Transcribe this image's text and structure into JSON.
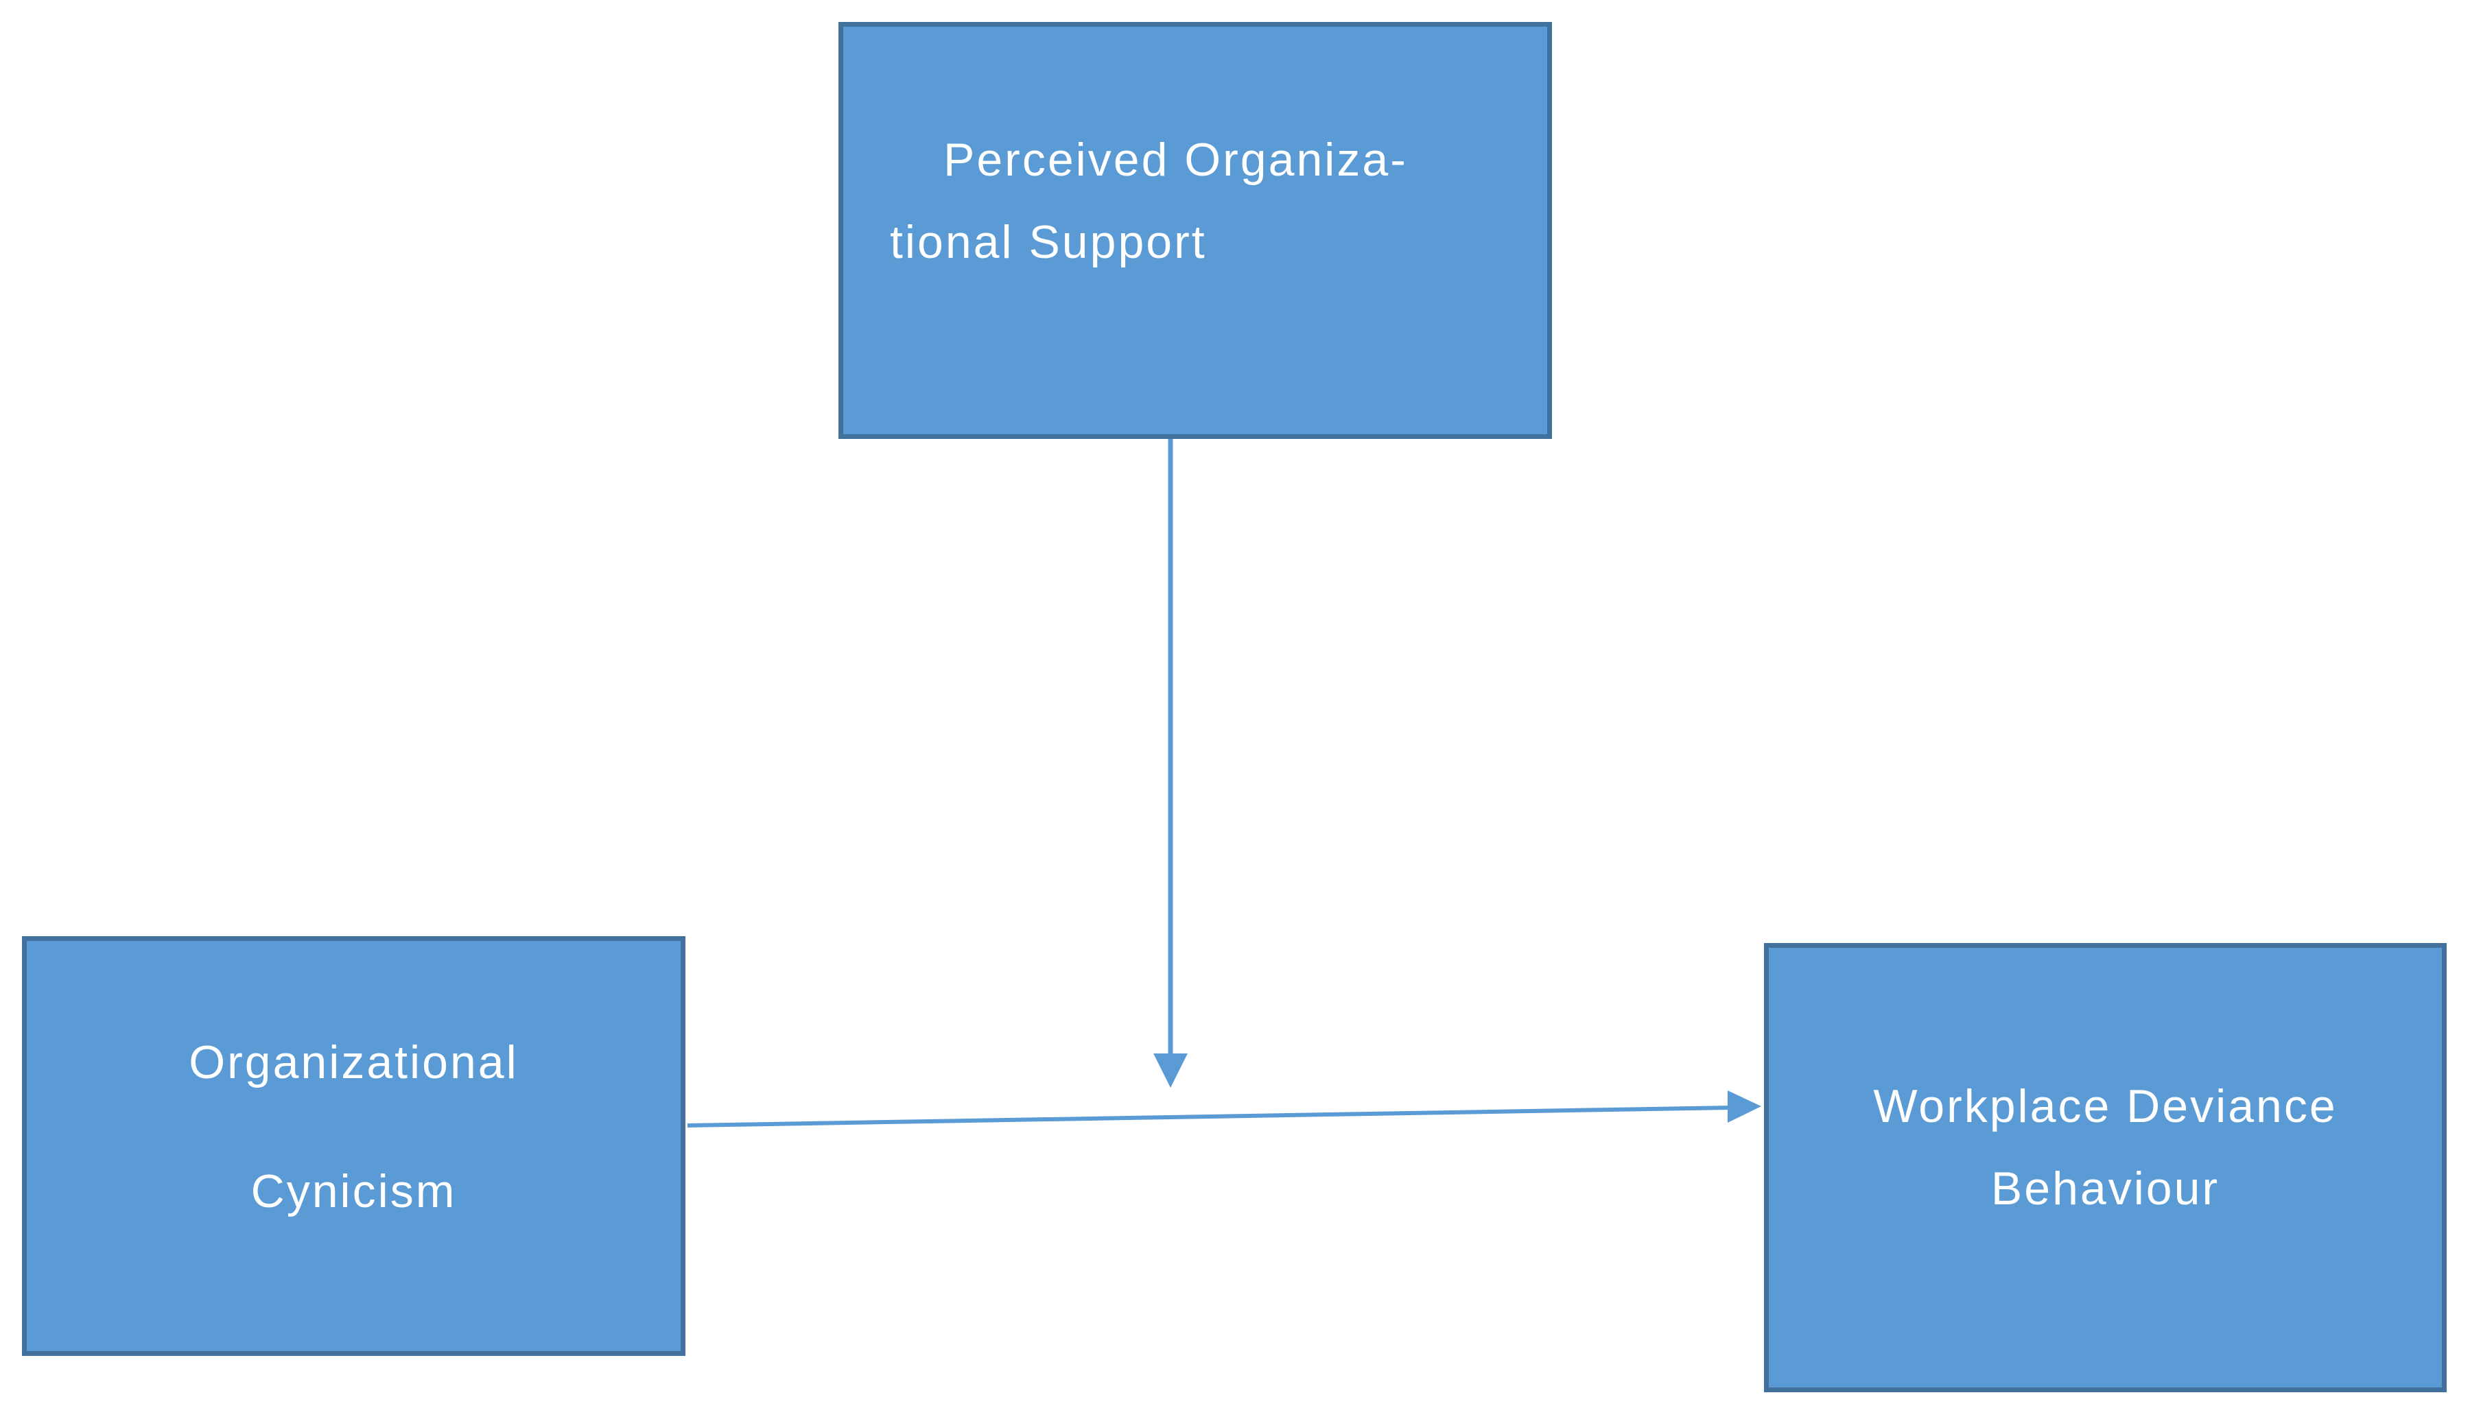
{
  "diagram": {
    "nodes": {
      "moderator": {
        "line1": "Perceived Organiza-",
        "line2": "tional Support"
      },
      "independent": {
        "line1": "Organizational",
        "line2": "Cynicism"
      },
      "dependent": {
        "line1": "Workplace Deviance",
        "line2": "Behaviour"
      }
    },
    "arrows": [
      {
        "icon": "down-arrow-icon",
        "from": "moderator",
        "to": "independent-dependent-arrow"
      },
      {
        "icon": "right-arrow-icon",
        "from": "independent",
        "to": "dependent"
      }
    ],
    "colors": {
      "background": "#FFFFFF",
      "box_fill": "#5B9BD5",
      "box_border": "#41719C",
      "arrow": "#5B9BD5",
      "text": "#FFFFFF"
    }
  }
}
